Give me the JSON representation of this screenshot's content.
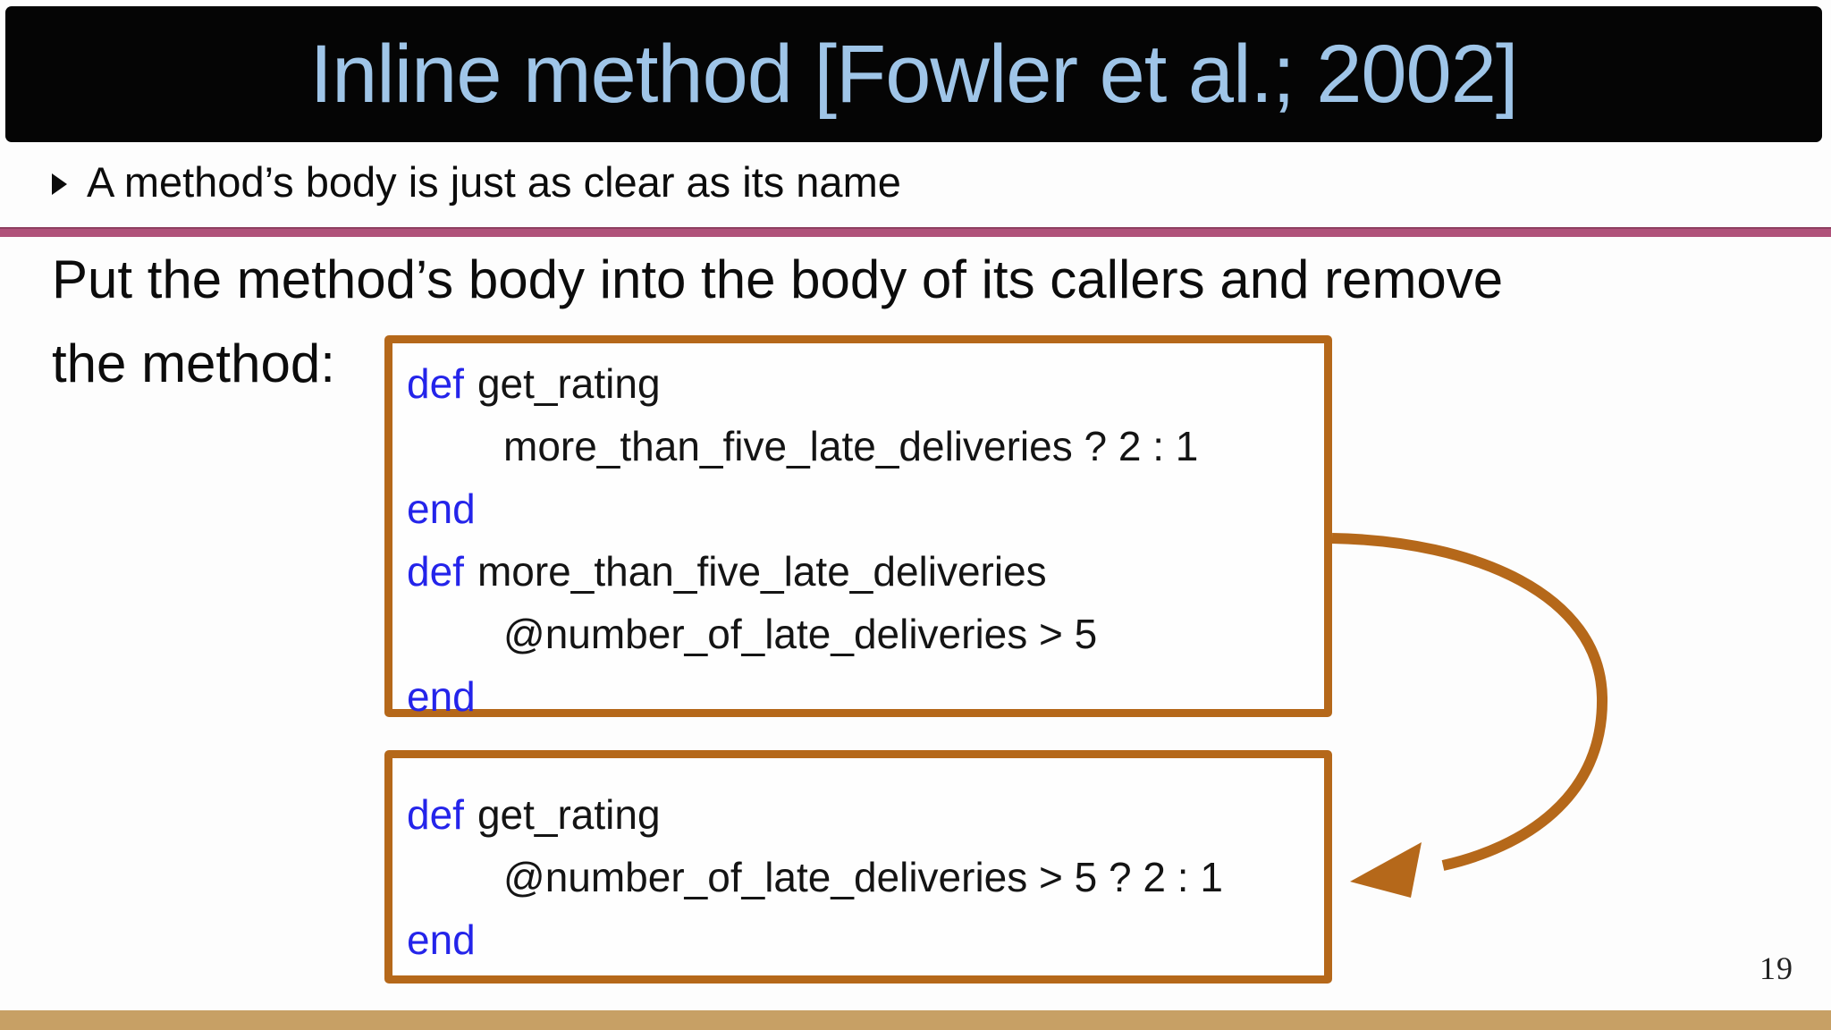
{
  "slide": {
    "title": "Inline method [Fowler et al.; 2002]",
    "bullet_text": "A method’s body is just as clear as its name",
    "paragraph_line1": "Put the method’s body into the body of its callers and remove",
    "paragraph_line2": "the method:",
    "page_number": "19"
  },
  "code_box_top": {
    "line1_kw": "def",
    "line1_code": "get_rating",
    "line2_code": "more_than_five_late_deliveries ? 2 : 1",
    "line3_kw": "end",
    "line4_kw": "def",
    "line4_code": "more_than_five_late_deliveries",
    "line5_code": "@number_of_late_deliveries > 5",
    "line6_kw": "end"
  },
  "code_box_bottom": {
    "line1_kw": "def",
    "line1_code": "get_rating",
    "line2_code": "@number_of_late_deliveries > 5 ? 2 : 1",
    "line3_kw": "end"
  },
  "icons": {
    "curved_arrow": "curved-arrow-from-top-box-to-bottom-box"
  },
  "colors": {
    "title_bg": "#050505",
    "title_text": "#9fc5e8",
    "divider": "#b0527a",
    "box_border": "#b5681a",
    "keyword": "#2424ea",
    "code_text": "#141414",
    "arrow": "#b5681a",
    "bottom_bar": "#c7a065"
  }
}
